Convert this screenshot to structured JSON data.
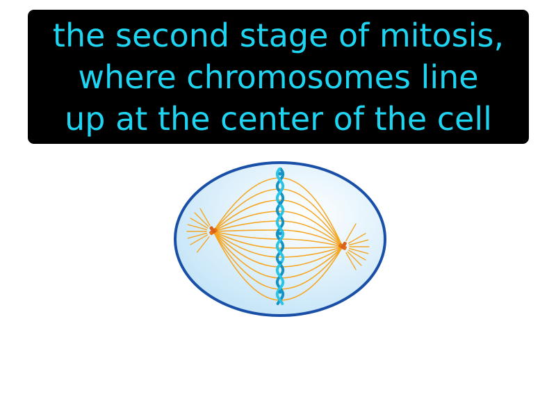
{
  "definition": {
    "lines": [
      "the second stage of mitosis,",
      "where chromosomes line",
      "up at the center of the cell"
    ]
  },
  "colors": {
    "caption_text": "#1fd4f0",
    "caption_bg": "#000000",
    "cell_fill": "#cfeaf9",
    "cell_border": "#1a4fa8",
    "spindle": "#f5a623",
    "centrosome": "#e87417",
    "chromosome": "#2bc3e6",
    "chromosome_dark": "#1592c4"
  },
  "illustration": {
    "icon": "metaphase-cell-icon"
  }
}
